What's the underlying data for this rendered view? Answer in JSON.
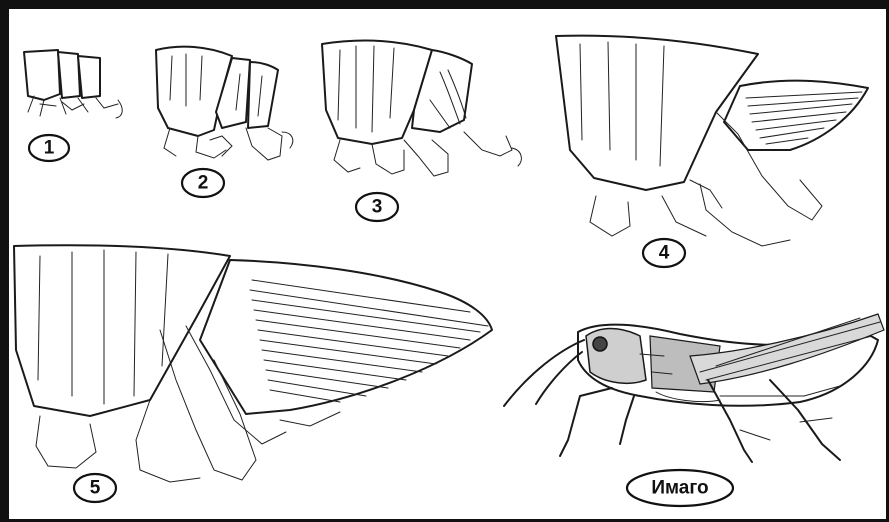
{
  "stages": [
    {
      "id": "1",
      "label": "1"
    },
    {
      "id": "2",
      "label": "2"
    },
    {
      "id": "3",
      "label": "3"
    },
    {
      "id": "4",
      "label": "4"
    },
    {
      "id": "5",
      "label": "5"
    }
  ],
  "adult": {
    "label": "Имаго"
  },
  "colors": {
    "ink": "#1a1a1a",
    "paper": "#ffffff",
    "frame": "#111111"
  }
}
